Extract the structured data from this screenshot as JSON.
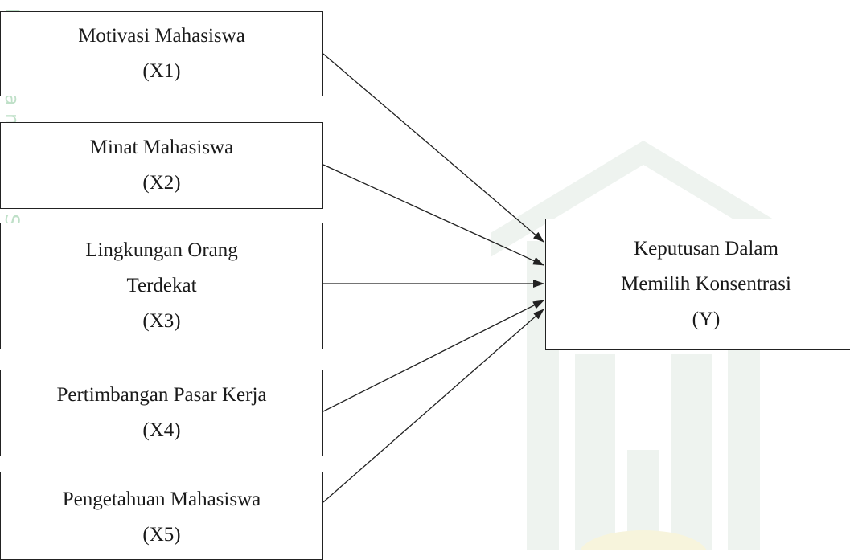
{
  "watermark": {
    "side_text": "Hak cipta milik UIN Suska Riau",
    "color": "#bfe0c8"
  },
  "nodes": [
    {
      "id": "x1",
      "lines": [
        "Motivasi Mahasiswa",
        "(X1)"
      ]
    },
    {
      "id": "x2",
      "lines": [
        "Minat Mahasiswa",
        "(X2)"
      ]
    },
    {
      "id": "x3",
      "lines": [
        "Lingkungan Orang",
        "Terdekat",
        "(X3)"
      ]
    },
    {
      "id": "x4",
      "lines": [
        "Pertimbangan Pasar Kerja",
        "(X4)"
      ]
    },
    {
      "id": "x5",
      "lines": [
        "Pengetahuan Mahasiswa",
        "(X5)"
      ]
    },
    {
      "id": "y",
      "lines": [
        "Keputusan Dalam",
        "Memilih Konsentrasi",
        "(Y)"
      ]
    }
  ],
  "edges": [
    {
      "from": "x1",
      "to": "y"
    },
    {
      "from": "x2",
      "to": "y"
    },
    {
      "from": "x3",
      "to": "y"
    },
    {
      "from": "x4",
      "to": "y"
    },
    {
      "from": "x5",
      "to": "y"
    }
  ],
  "colors": {
    "line": "#222222",
    "box_border": "#222222",
    "text": "#1a1a1a"
  }
}
